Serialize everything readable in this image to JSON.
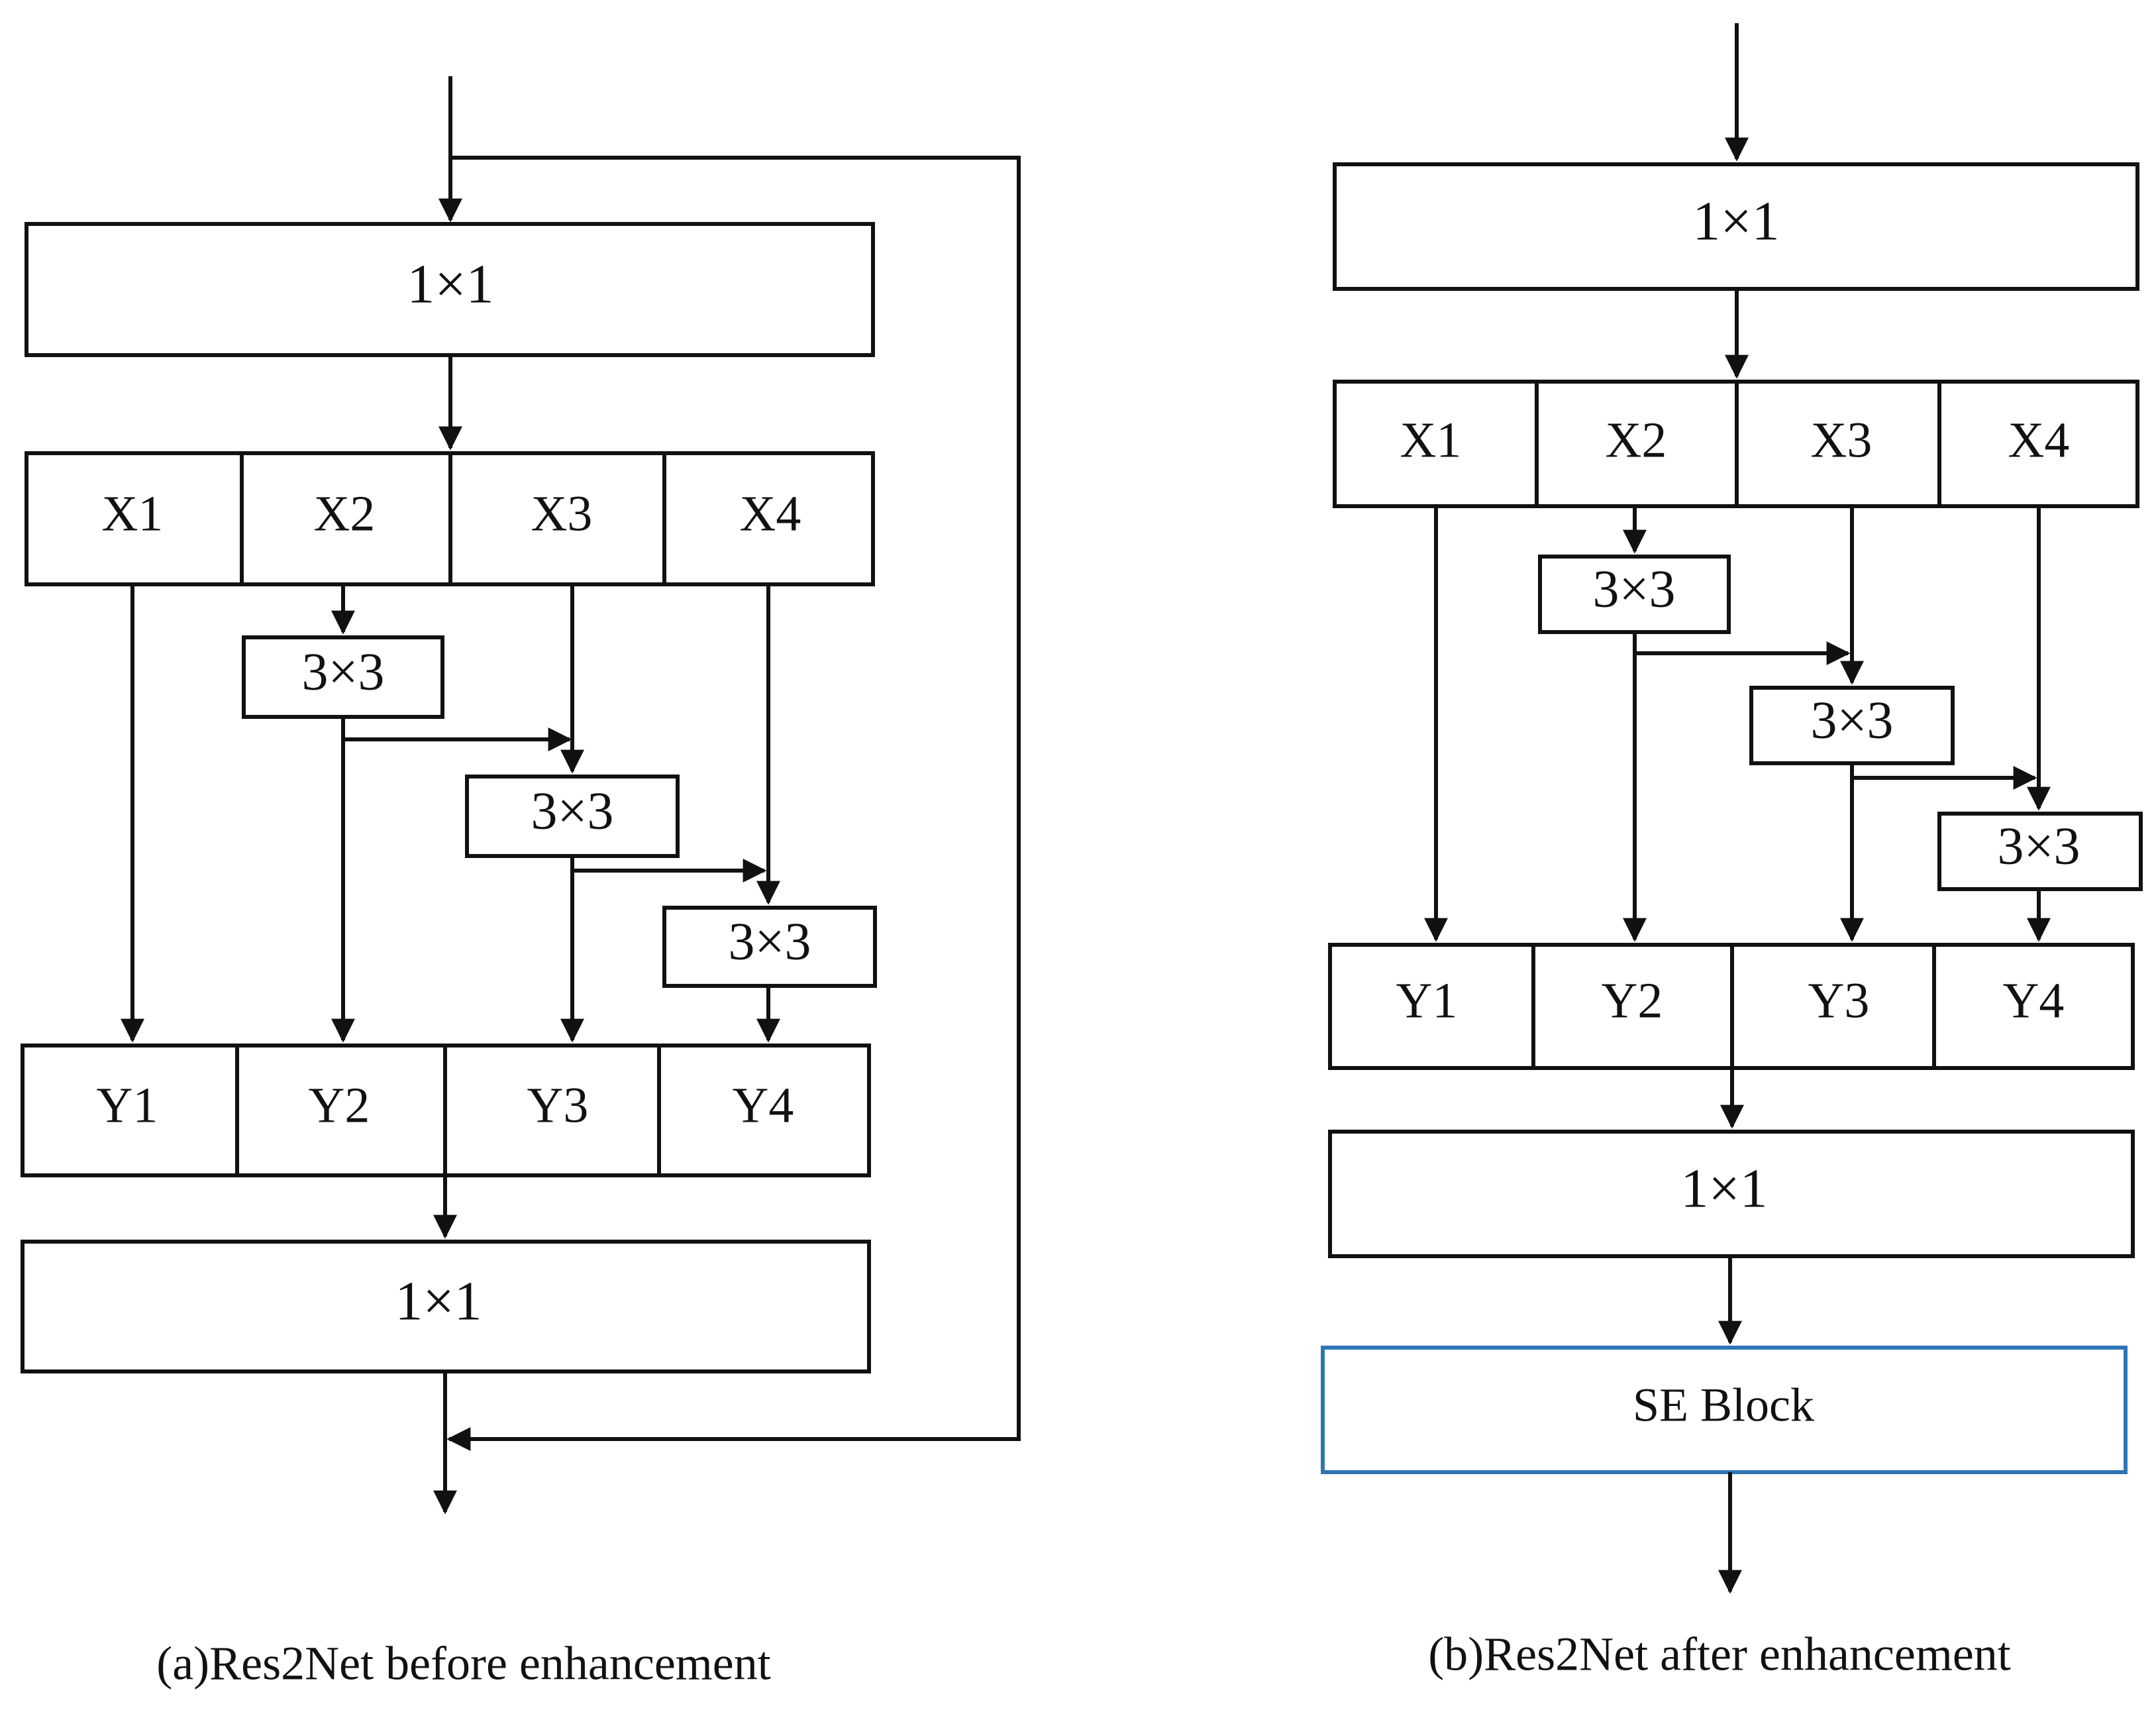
{
  "panel_a": {
    "caption": "(a)Res2Net before enhancement",
    "conv_top": "1×1",
    "splits": [
      "X1",
      "X2",
      "X3",
      "X4"
    ],
    "convs": [
      "3×3",
      "3×3",
      "3×3"
    ],
    "outputs": [
      "Y1",
      "Y2",
      "Y3",
      "Y4"
    ],
    "conv_bottom": "1×1"
  },
  "panel_b": {
    "caption": "(b)Res2Net after enhancement",
    "conv_top": "1×1",
    "splits": [
      "X1",
      "X2",
      "X3",
      "X4"
    ],
    "convs": [
      "3×3",
      "3×3",
      "3×3"
    ],
    "outputs": [
      "Y1",
      "Y2",
      "Y3",
      "Y4"
    ],
    "conv_bottom": "1×1",
    "se_block": "SE Block"
  },
  "colors": {
    "line": "#111111",
    "se_border": "#2e75b6"
  }
}
